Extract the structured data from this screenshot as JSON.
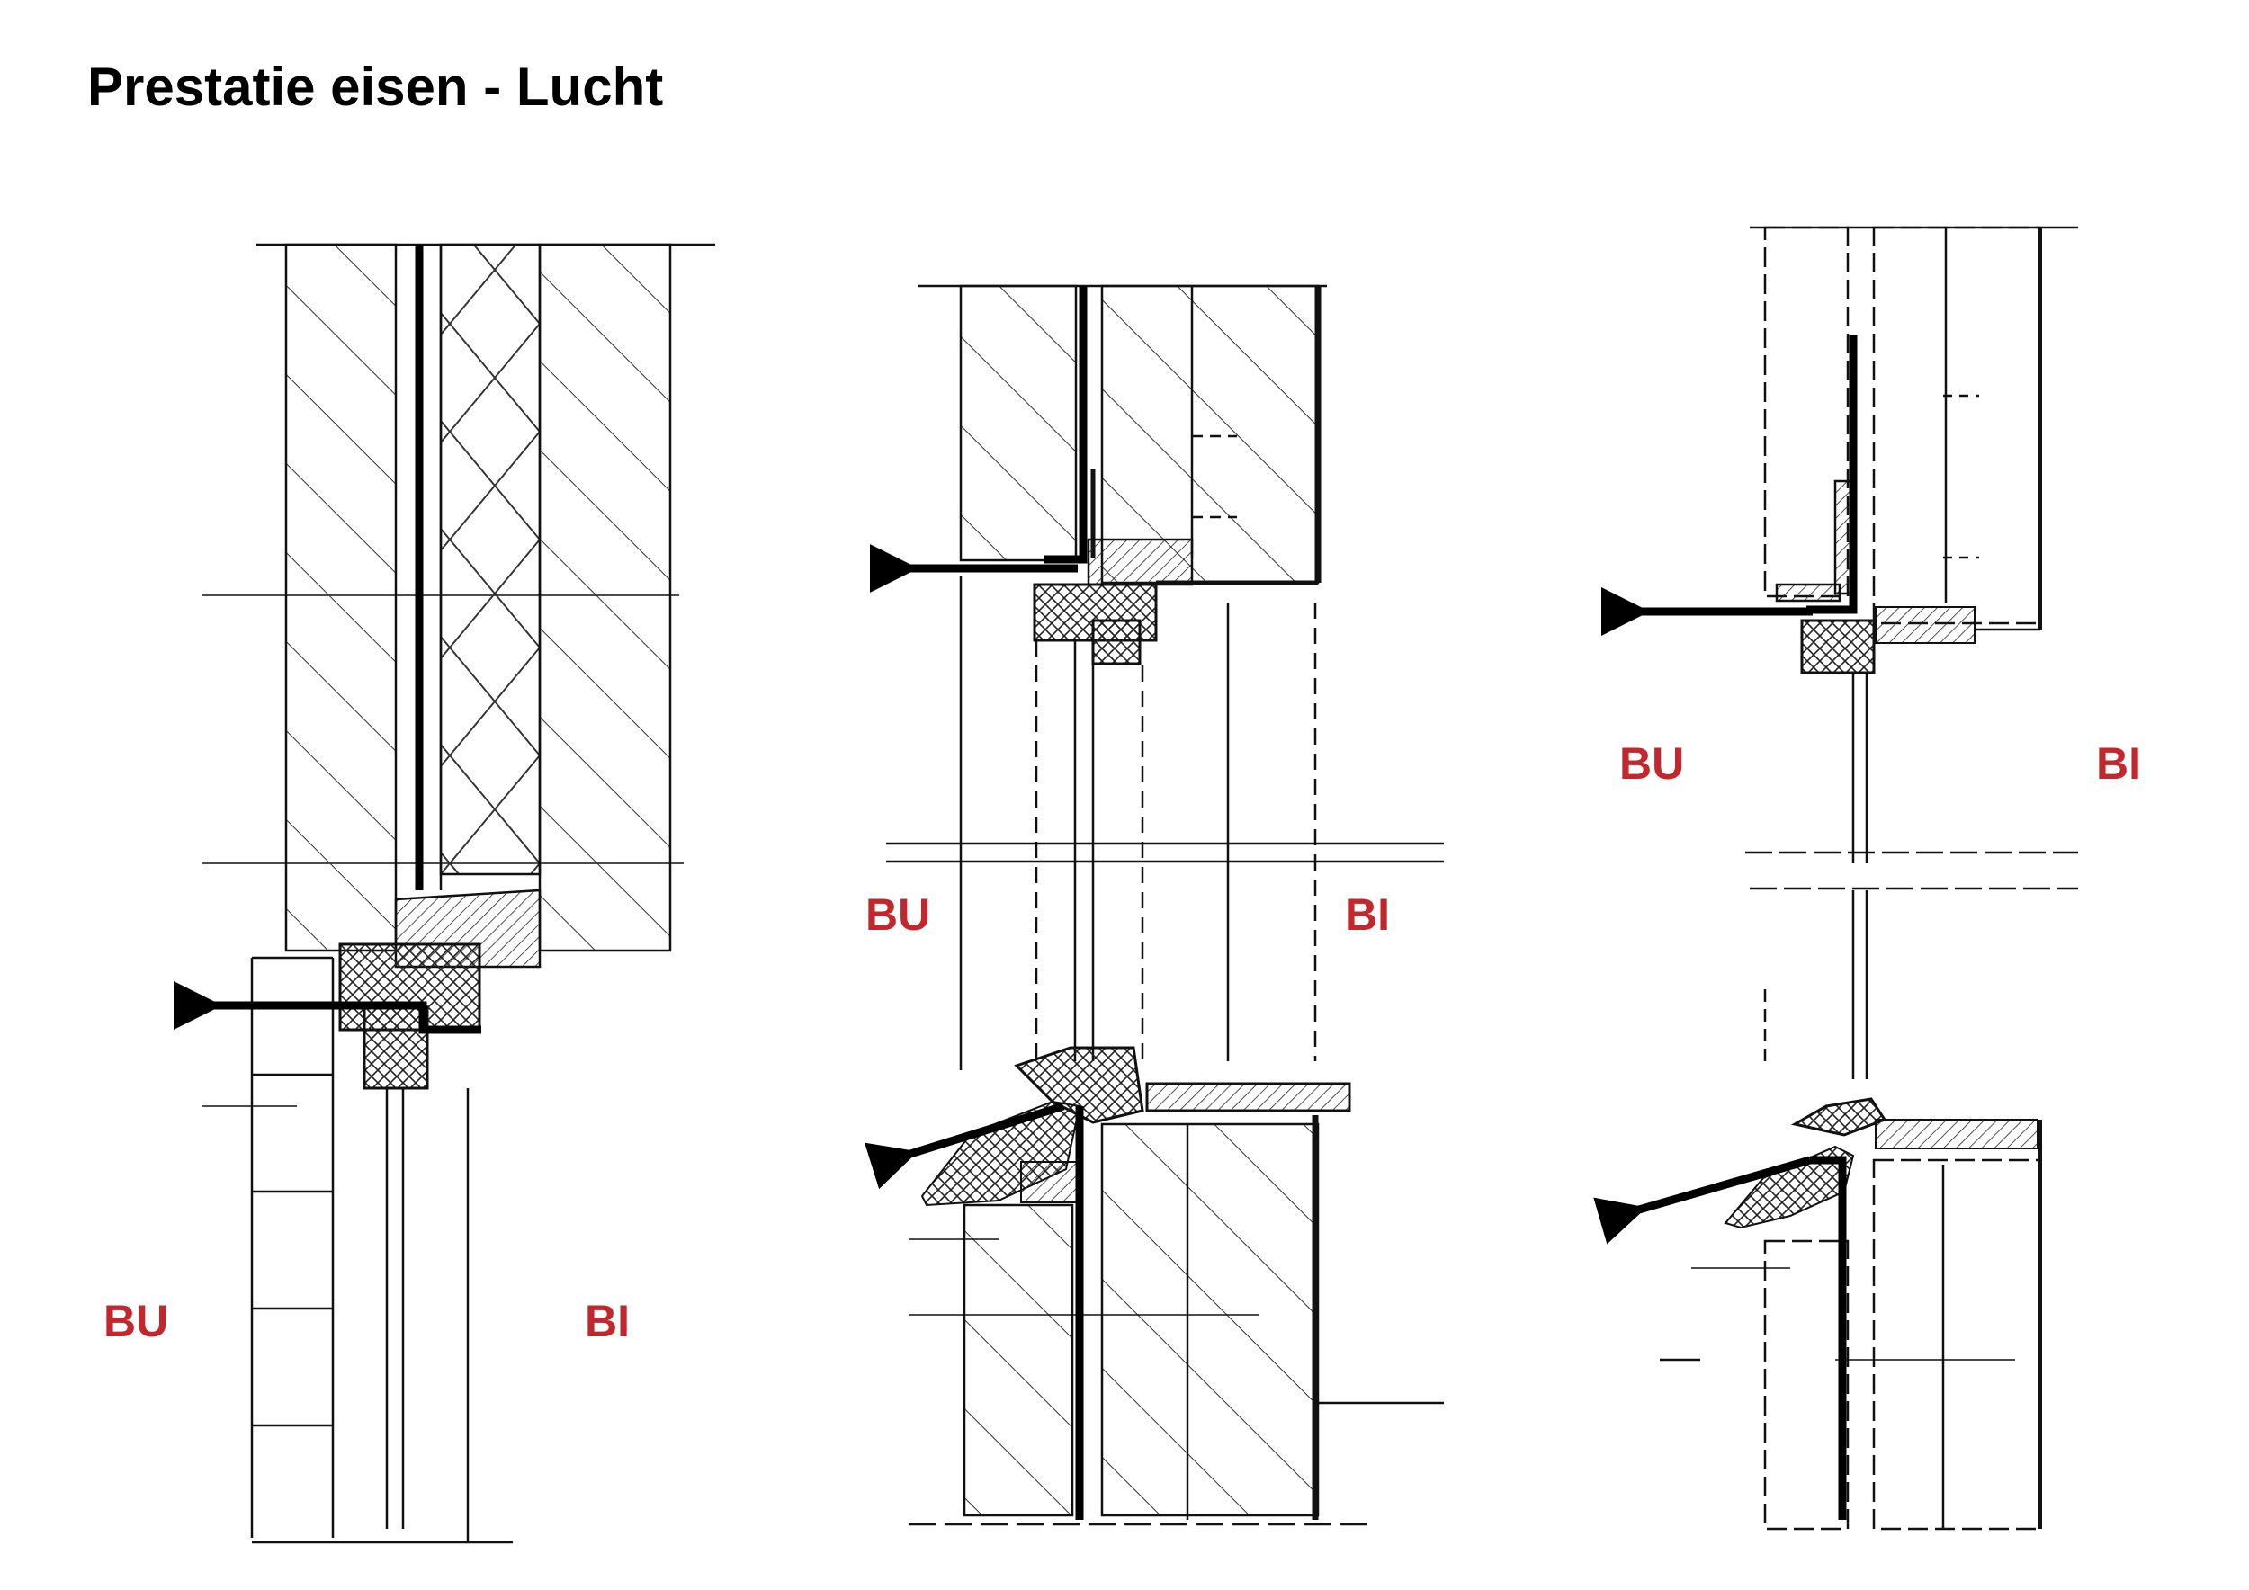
{
  "title": "Prestatie eisen - Lucht",
  "colors": {
    "label": "#c1272d",
    "line": "#111111",
    "hatch": "#333333"
  },
  "details": [
    {
      "outside_label": "BU",
      "inside_label": "BI"
    },
    {
      "outside_label": "BU",
      "inside_label": "BI"
    },
    {
      "outside_label": "BU",
      "inside_label": "BI"
    }
  ]
}
